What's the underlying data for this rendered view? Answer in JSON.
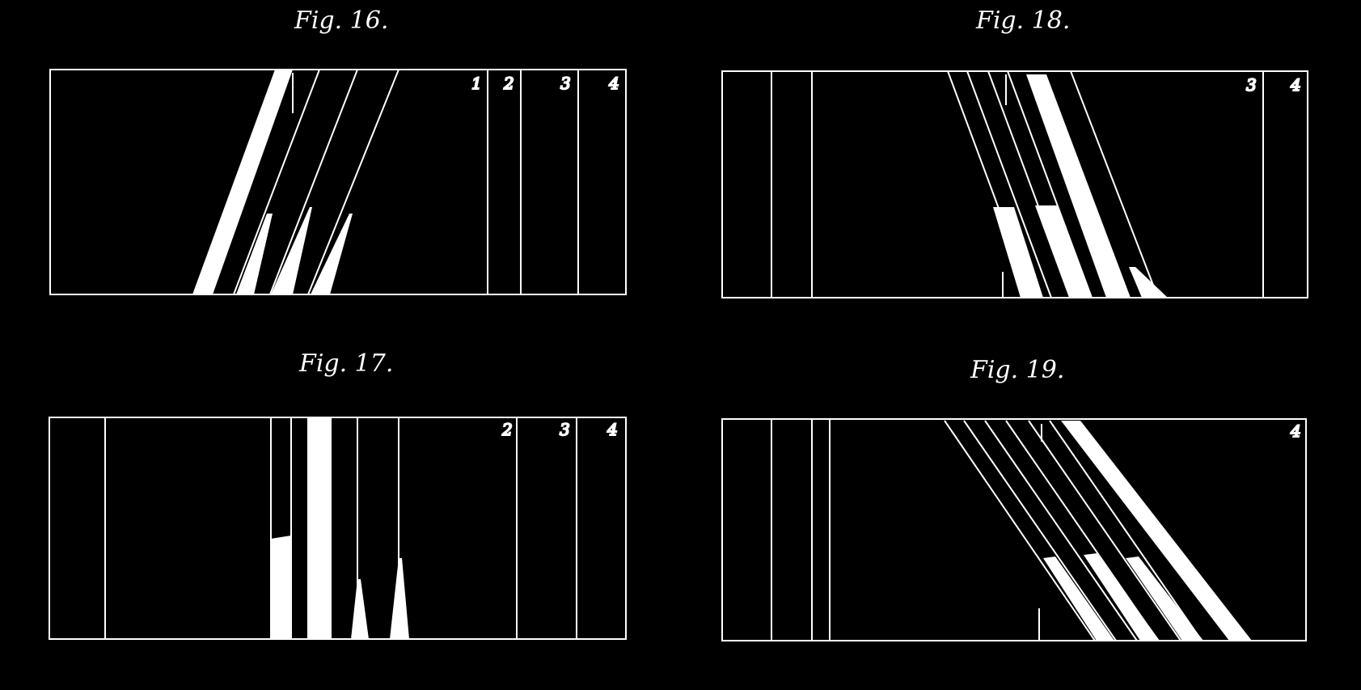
{
  "figures": [
    {
      "caption": "Fig. 16.",
      "column_labels": [
        "1",
        "2",
        "3",
        "4"
      ]
    },
    {
      "caption": "Fig. 18.",
      "column_labels": [
        "3",
        "4"
      ]
    },
    {
      "caption": "Fig. 17.",
      "column_labels": [
        "2",
        "3",
        "4"
      ]
    },
    {
      "caption": "Fig. 19.",
      "column_labels": [
        "4"
      ]
    }
  ],
  "colors": {
    "background": "#000000",
    "lines": "#ffffff"
  }
}
